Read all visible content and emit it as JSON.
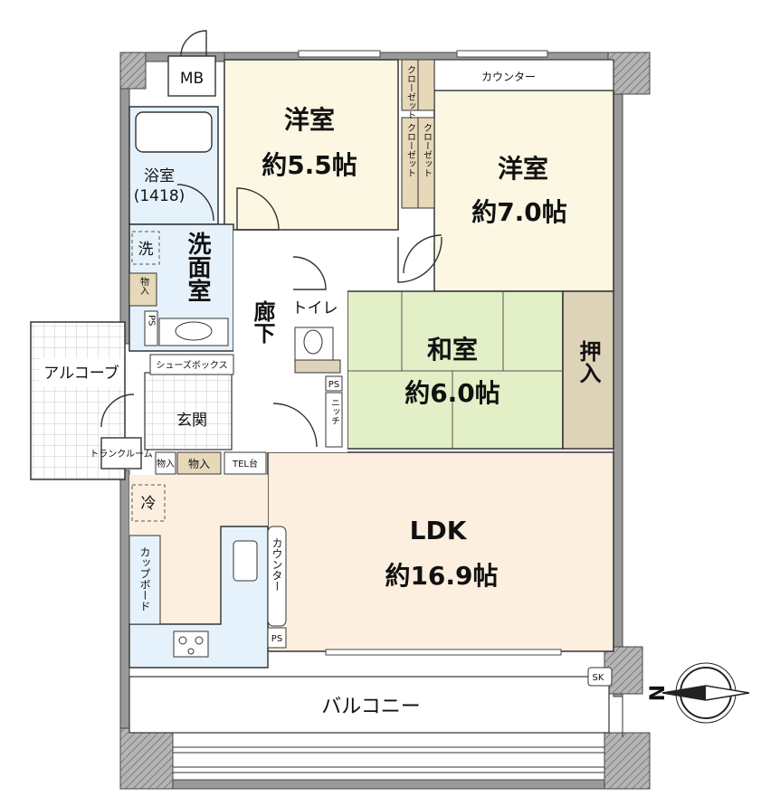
{
  "rooms": {
    "western1": {
      "name": "洋室",
      "area": "約5.5帖"
    },
    "western2": {
      "name": "洋室",
      "area": "約7.0帖"
    },
    "japanese": {
      "name": "和室",
      "area": "約6.0帖"
    },
    "ldk": {
      "name": "LDK",
      "area": "約16.9帖"
    },
    "bath": {
      "name": "浴室",
      "size": "(1418)"
    },
    "washroom": {
      "name": "洗面室"
    },
    "corridor": {
      "name": "廊下"
    },
    "toilet": {
      "name": "トイレ"
    },
    "entrance": {
      "name": "玄関"
    },
    "alcove": {
      "name": "アルコーブ"
    },
    "balcony": {
      "name": "バルコニー"
    }
  },
  "labels": {
    "mb": "MB",
    "counter_top": "カウンター",
    "closet_small": "クローゼット",
    "closet_a": "クローゼット",
    "closet_b": "クローゼット",
    "oshiire": "押入",
    "shoebox": "シューズボックス",
    "trunk_room": "トランクルーム",
    "storage_small": "物入",
    "storage_entry": "物入",
    "storage_wash": "物入",
    "tel": "TEL台",
    "fridge": "冷",
    "washer": "洗",
    "cupboard": "カップボード",
    "counter_kitchen": "カウンター",
    "niche": "ニッチ",
    "ps1": "PS",
    "ps2": "PS",
    "ps3": "PS",
    "sk": "SK"
  },
  "compass": {
    "letter": "N"
  },
  "colors": {
    "western": "#fbf7e2",
    "japanese": "#e3efc6",
    "ldk": "#fcefdf",
    "water": "#e6f2fb",
    "tatami_storage": "#ddd3b9",
    "closet": "#e6d8b8",
    "wall": "#9a9a9a"
  }
}
